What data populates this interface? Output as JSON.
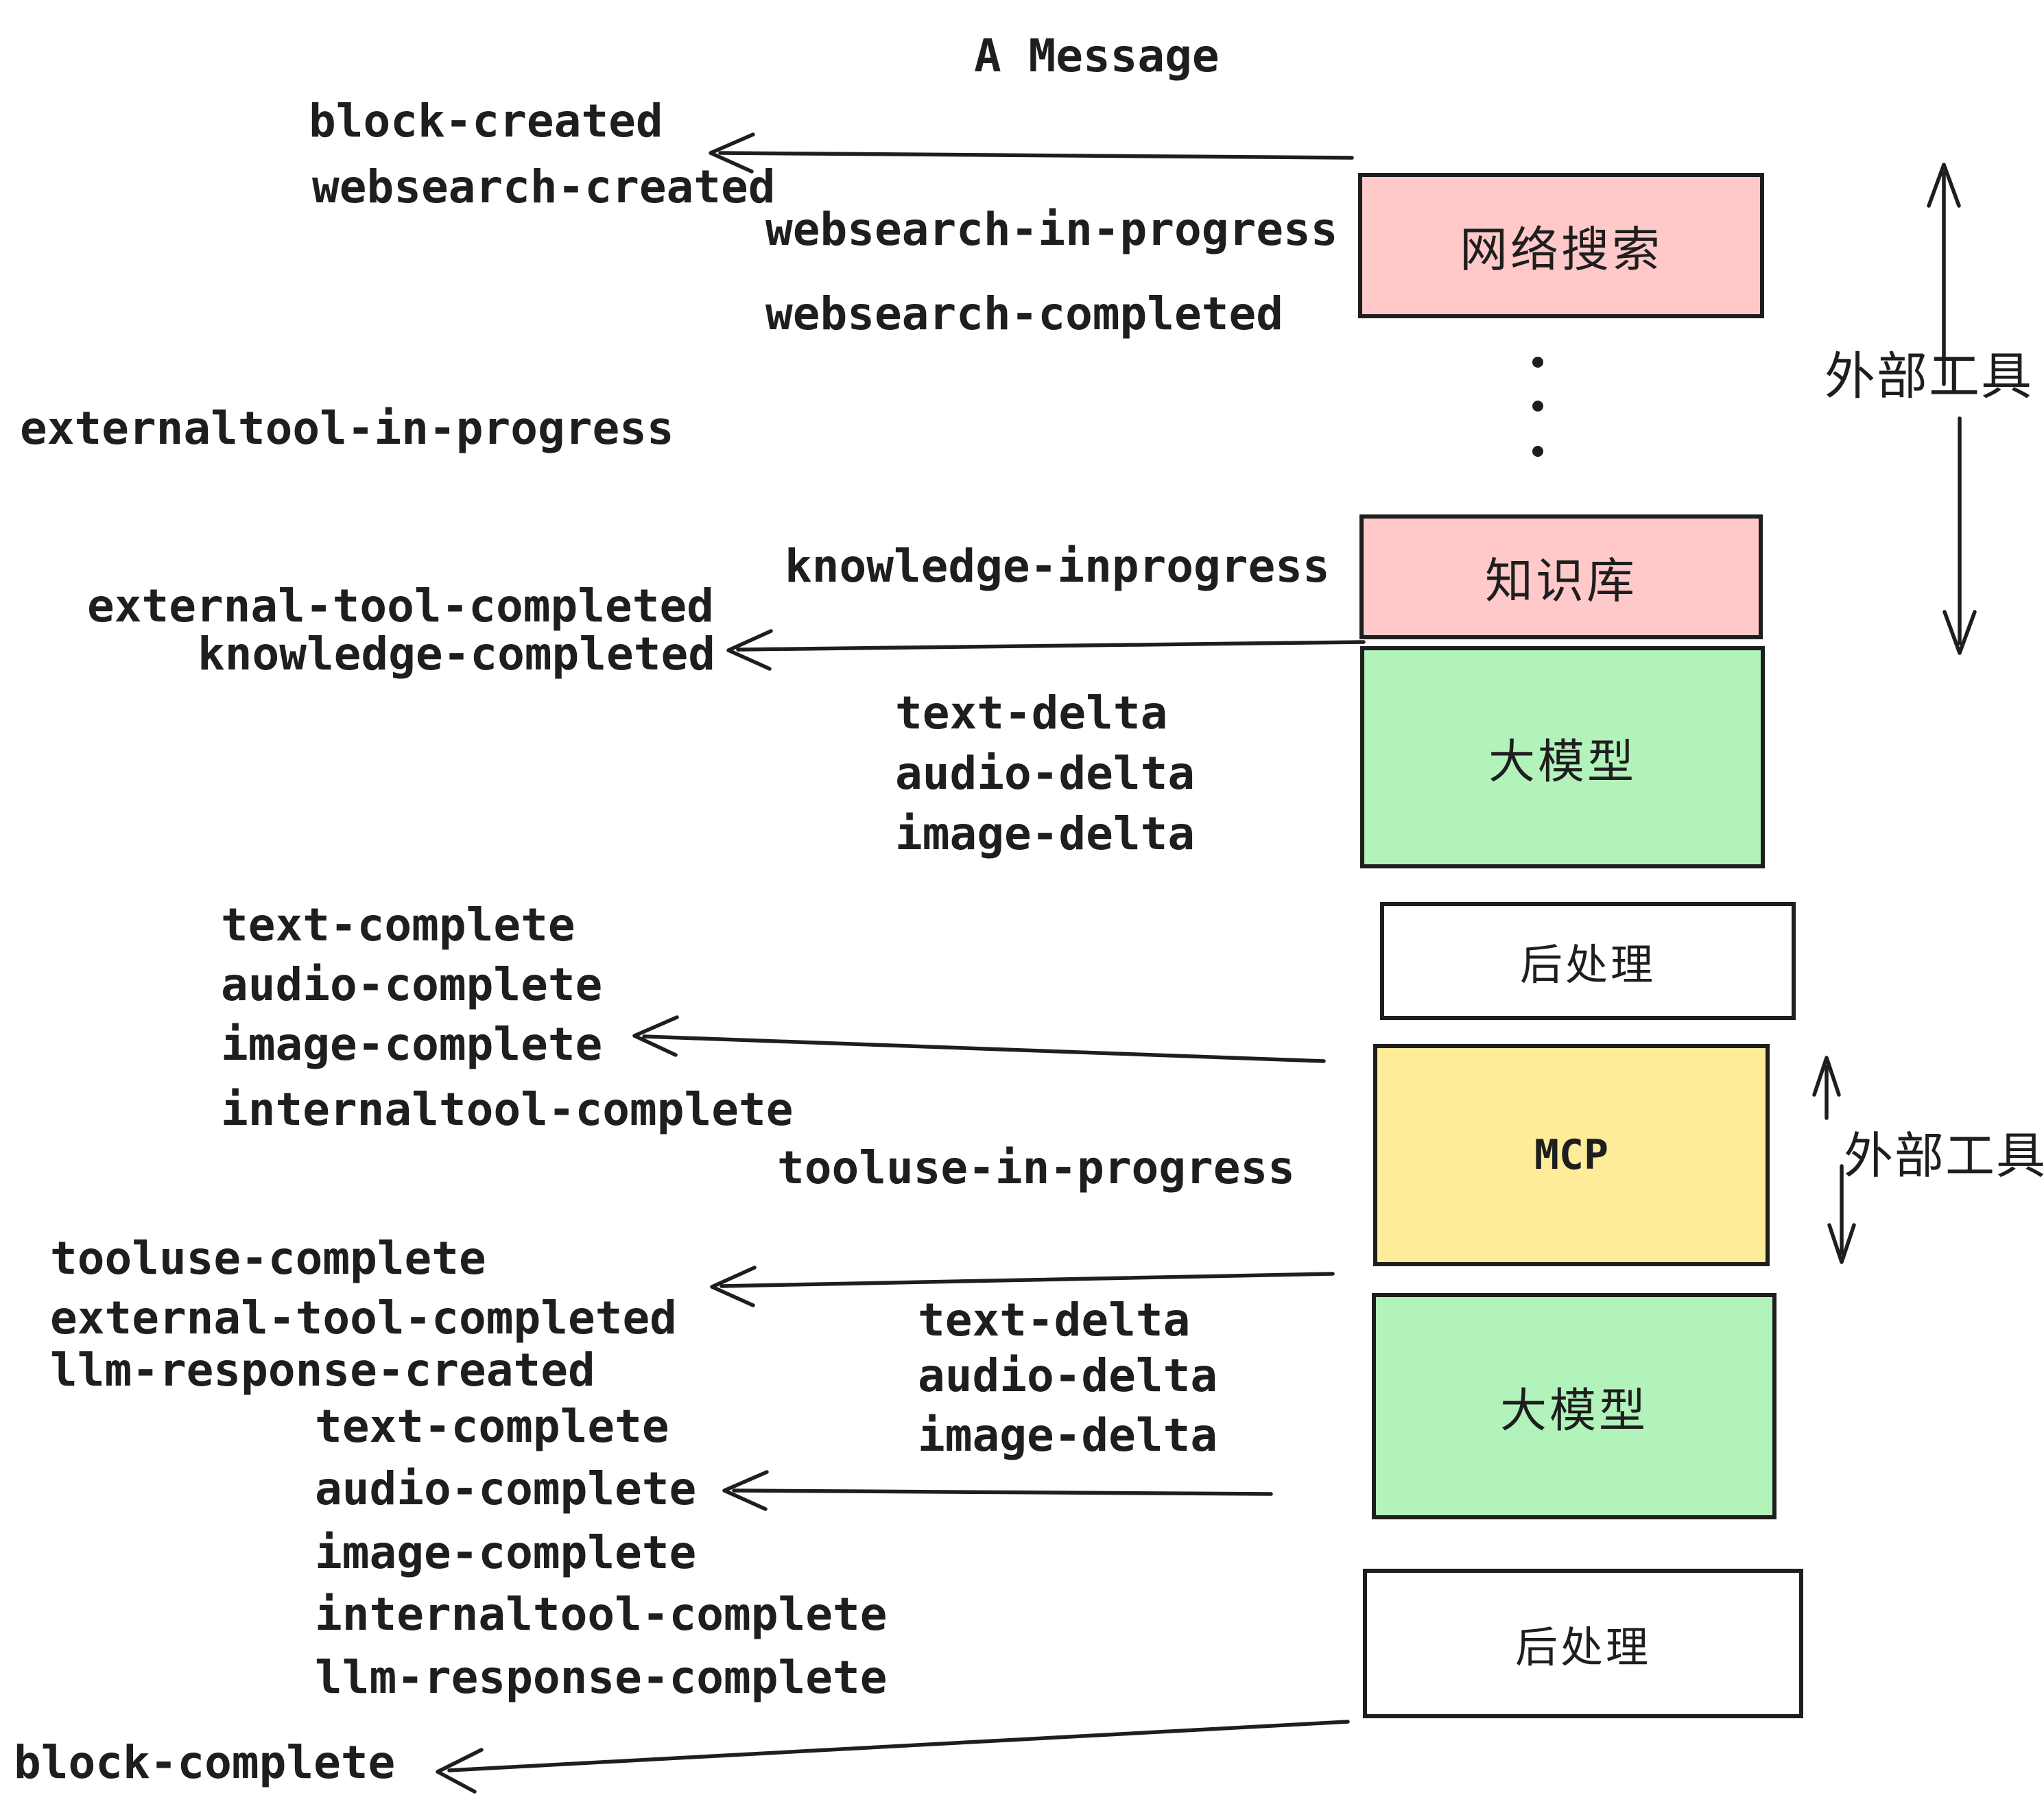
{
  "title": "A Message",
  "colors": {
    "background": "#ffffff",
    "stroke": "#1e1e1e",
    "text": "#1e1e1e",
    "pink": "#ffc9c9",
    "green": "#b2f2bb",
    "yellow": "#ffec99",
    "white": "#ffffff"
  },
  "boxes": [
    {
      "label": "网络搜索",
      "fill": "#ffc9c9"
    },
    {
      "label": "知识库",
      "fill": "#ffc9c9"
    },
    {
      "label": "大模型",
      "fill": "#b2f2bb"
    },
    {
      "label": "后处理",
      "fill": "#ffffff"
    },
    {
      "label": "MCP",
      "fill": "#ffec99"
    },
    {
      "label": "大模型",
      "fill": "#b2f2bb"
    },
    {
      "label": "后处理",
      "fill": "#ffffff"
    }
  ],
  "side_markers": [
    {
      "label": "外部工具"
    },
    {
      "label": "外部工具"
    }
  ],
  "events": [
    {
      "text": "block-created"
    },
    {
      "text": "websearch-created"
    },
    {
      "text": "websearch-in-progress"
    },
    {
      "text": "websearch-completed"
    },
    {
      "text": "externaltool-in-progress"
    },
    {
      "text": "knowledge-inprogress"
    },
    {
      "text": "external-tool-completed"
    },
    {
      "text": "knowledge-completed"
    },
    {
      "text": "text-delta"
    },
    {
      "text": "audio-delta"
    },
    {
      "text": "image-delta"
    },
    {
      "text": "text-complete"
    },
    {
      "text": "audio-complete"
    },
    {
      "text": "image-complete"
    },
    {
      "text": "internaltool-complete"
    },
    {
      "text": "tooluse-in-progress"
    },
    {
      "text": "tooluse-complete"
    },
    {
      "text": "external-tool-completed"
    },
    {
      "text": "llm-response-created"
    },
    {
      "text": "text-delta"
    },
    {
      "text": "audio-delta"
    },
    {
      "text": "image-delta"
    },
    {
      "text": "text-complete"
    },
    {
      "text": "audio-complete"
    },
    {
      "text": "image-complete"
    },
    {
      "text": "internaltool-complete"
    },
    {
      "text": "llm-response-complete"
    },
    {
      "text": "block-complete"
    }
  ]
}
